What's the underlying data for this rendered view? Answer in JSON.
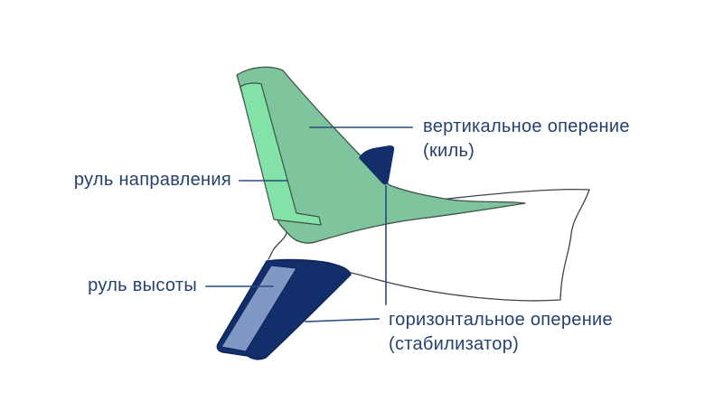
{
  "diagram": {
    "labels": {
      "rudder": {
        "text": "руль направления"
      },
      "vertical_tail": {
        "line1": "вертикальное оперение",
        "line2": "(киль)"
      },
      "elevator": {
        "text": "руль высоты"
      },
      "horizontal_tail": {
        "line1": "горизонтальное оперение",
        "line2": "(стабилизатор)"
      }
    },
    "colors": {
      "background": "#ffffff",
      "fin_green": "#7ec49d",
      "rudder_green": "#83e2a7",
      "stabilizer_navy": "#132f6b",
      "far_stabilizer_navy": "#132f6b",
      "elevator_blue": "#8197c4",
      "outline_dark": "#3c434d",
      "green_outline": "#3d5247",
      "navy_outline": "#0d2457",
      "leader_line": "#2c4a7d",
      "label_text": "#25416f"
    }
  }
}
